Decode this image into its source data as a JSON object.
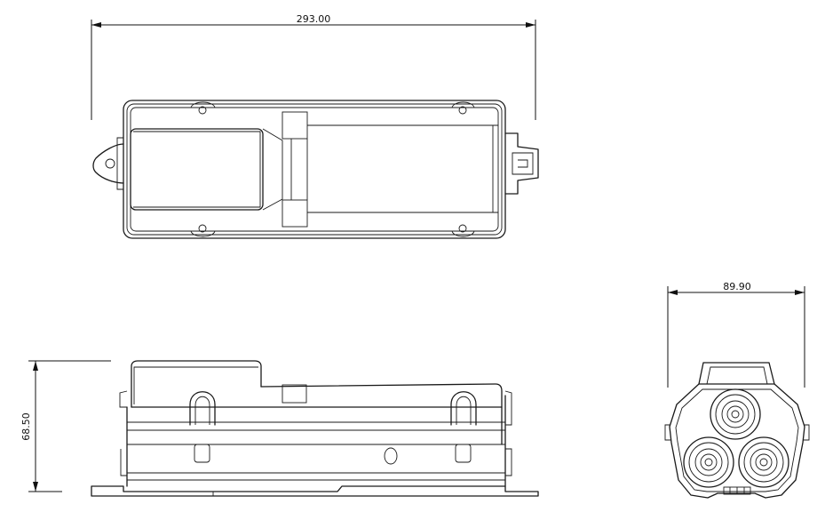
{
  "dimensions": {
    "length": "293.00",
    "height": "68.50",
    "width": "89.90"
  }
}
